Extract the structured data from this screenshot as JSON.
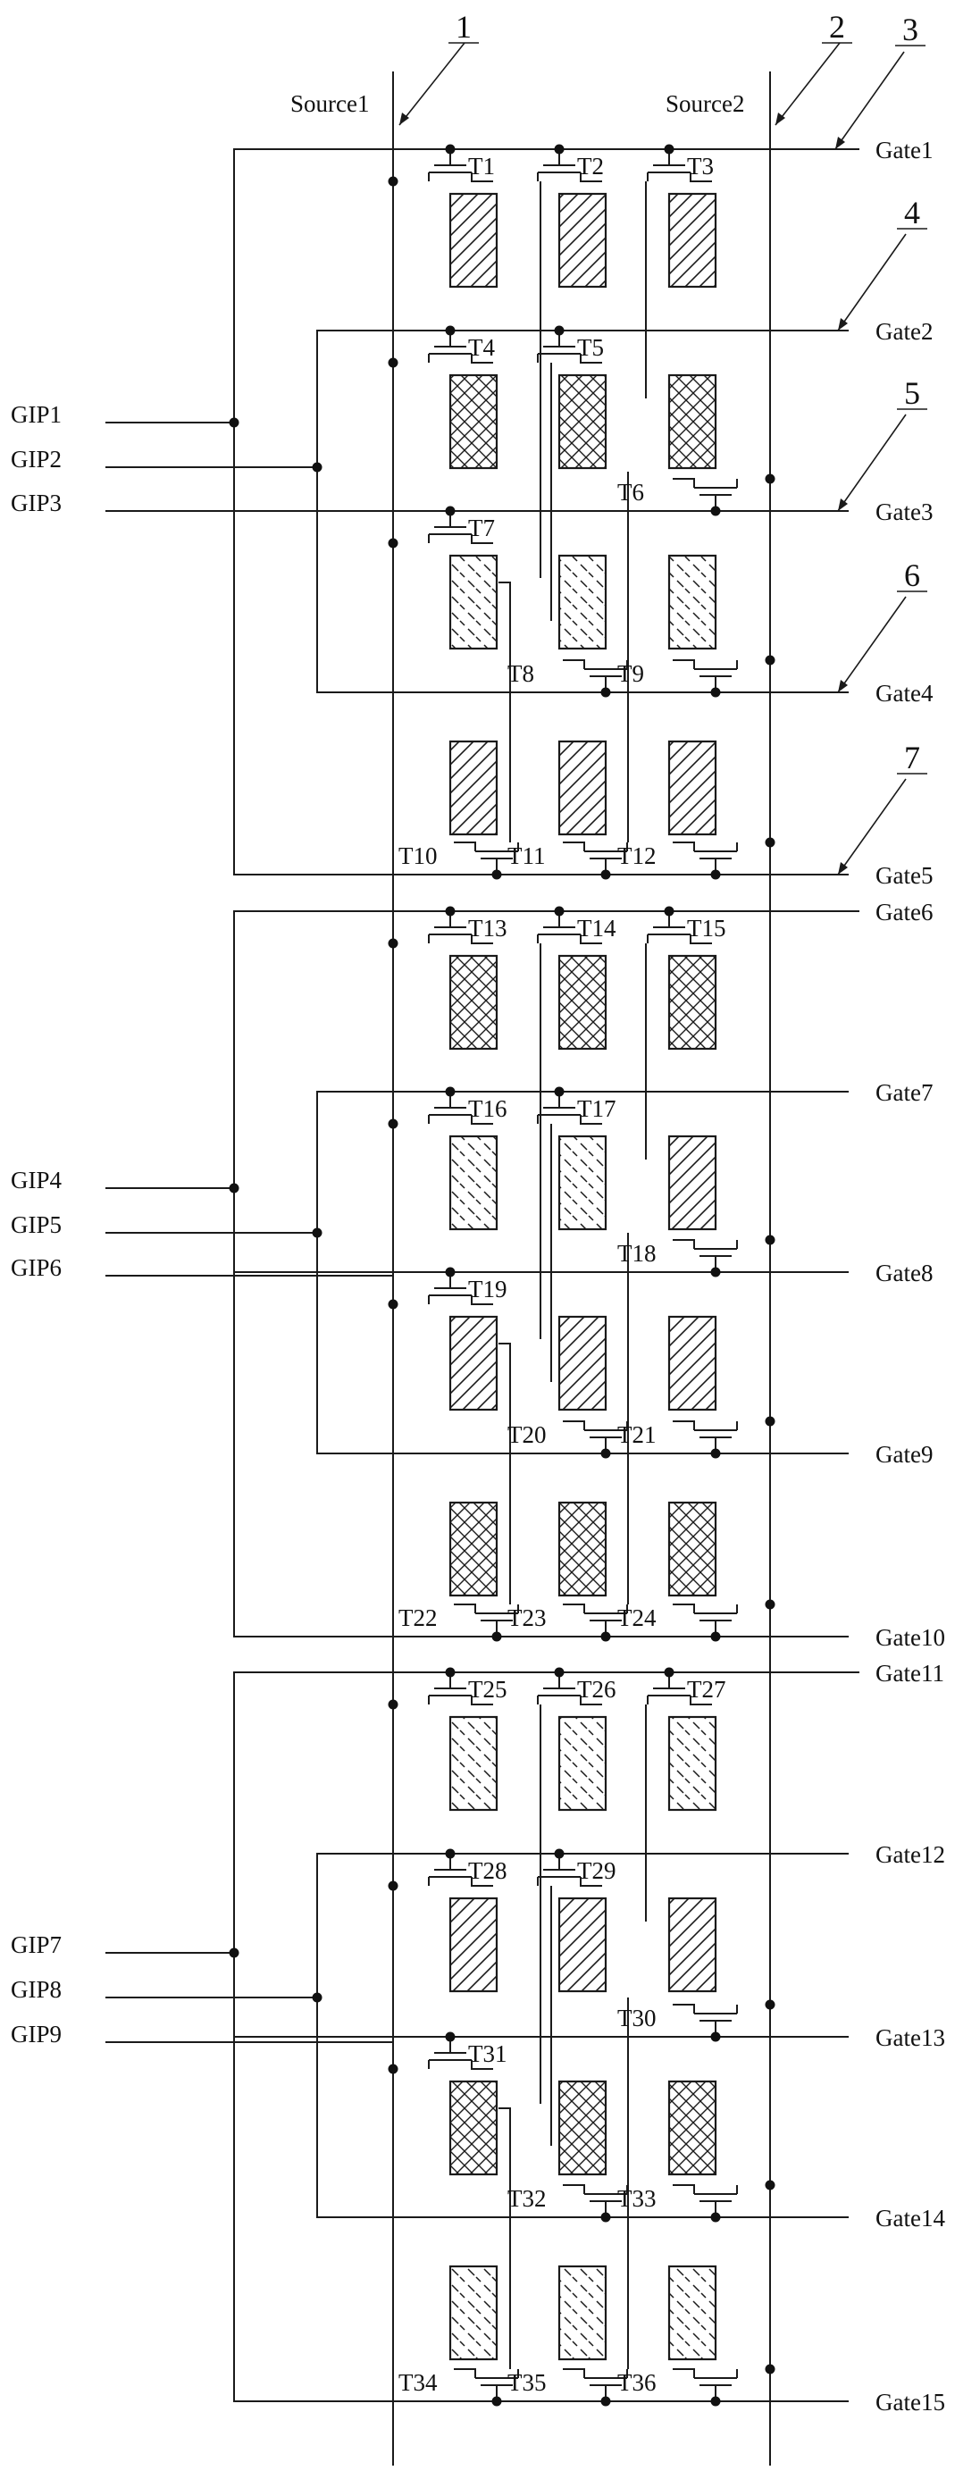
{
  "sources": [
    "Source1",
    "Source2"
  ],
  "gates": [
    "Gate1",
    "Gate2",
    "Gate3",
    "Gate4",
    "Gate5",
    "Gate6",
    "Gate7",
    "Gate8",
    "Gate9",
    "Gate10",
    "Gate11",
    "Gate12",
    "Gate13",
    "Gate14",
    "Gate15"
  ],
  "gips": [
    "GIP1",
    "GIP2",
    "GIP3",
    "GIP4",
    "GIP5",
    "GIP6",
    "GIP7",
    "GIP8",
    "GIP9"
  ],
  "callouts": [
    "1",
    "2",
    "3",
    "4",
    "5",
    "6",
    "7"
  ],
  "transistors": [
    "T1",
    "T2",
    "T3",
    "T4",
    "T5",
    "T6",
    "T7",
    "T8",
    "T9",
    "T10",
    "T11",
    "T12",
    "T13",
    "T14",
    "T15",
    "T16",
    "T17",
    "T18",
    "T19",
    "T20",
    "T21",
    "T22",
    "T23",
    "T24",
    "T25",
    "T26",
    "T27",
    "T28",
    "T29",
    "T30",
    "T31",
    "T32",
    "T33",
    "T34",
    "T35",
    "T36"
  ],
  "pixel_patterns": [
    "diag",
    "diag",
    "diag",
    "cross",
    "cross",
    "cross",
    "dash",
    "dash",
    "dash",
    "diag",
    "diag",
    "diag",
    "cross",
    "cross",
    "cross",
    "dash",
    "dash",
    "diag",
    "diag",
    "diag",
    "diag",
    "cross",
    "cross",
    "cross",
    "dash",
    "dash",
    "dash",
    "diag",
    "diag",
    "diag",
    "cross",
    "cross",
    "cross",
    "dash",
    "dash",
    "dash"
  ],
  "colors": {
    "line": "#1a1a1a",
    "text": "#111111",
    "background": "#ffffff"
  }
}
